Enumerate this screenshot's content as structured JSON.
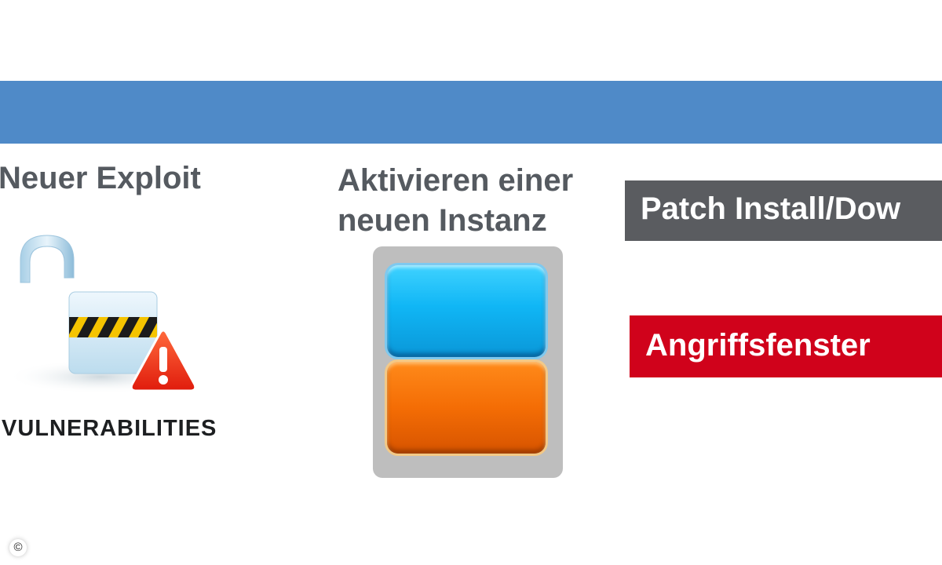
{
  "labels": {
    "exploit": "Neuer Exploit",
    "instance_line1": "Aktivieren einer",
    "instance_line2": "neuen Instanz",
    "vulnerabilities": "VULNERABILITIES",
    "patch": "Patch Install/Dow",
    "attack_window": "Angriffsfenster",
    "copyright": "©"
  },
  "icons": {
    "lock": "open-padlock-warning-icon",
    "warning": "warning-triangle-icon",
    "instance": "stacked-blocks-icon"
  },
  "colors": {
    "band": "#4f8ac8",
    "patch_bar": "#5a5c60",
    "attack_bar": "#d0021b",
    "block_top": "#10b6f5",
    "block_bottom": "#f46d05"
  }
}
